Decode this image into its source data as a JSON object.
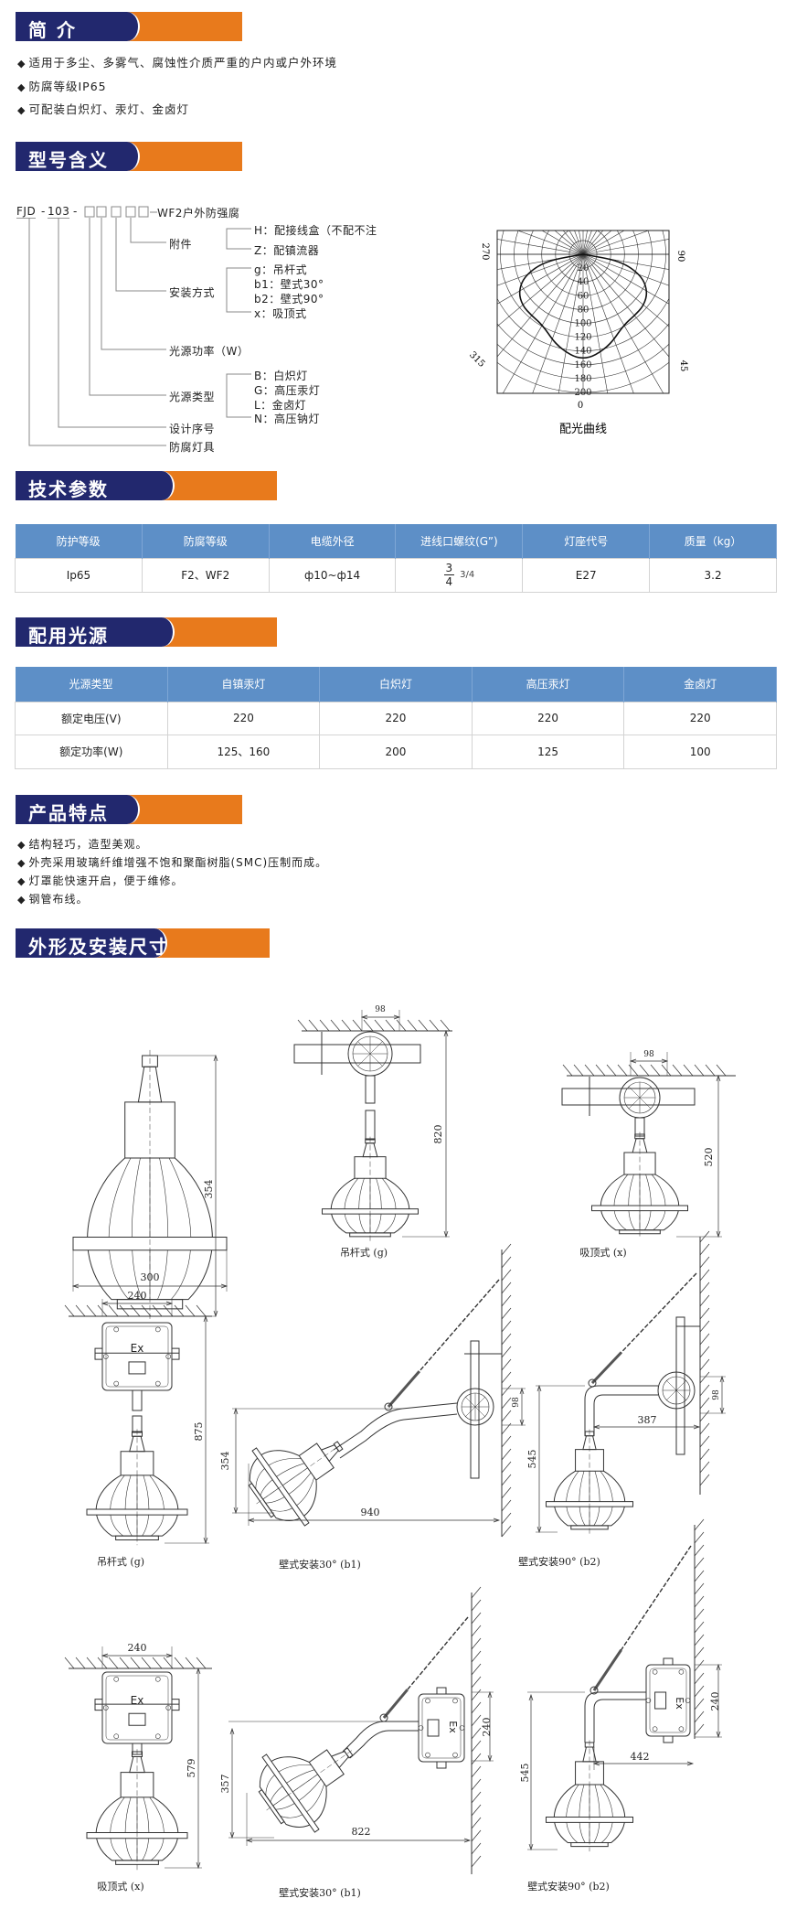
{
  "sections": {
    "intro": "简 介",
    "model": "型号含义",
    "tech": "技术参数",
    "light": "配用光源",
    "features": "产品特点",
    "dims": "外形及安装尺寸"
  },
  "intro_bullets": [
    "适用于多尘、多雾气、腐蚀性介质严重的户内或户外环境",
    "防腐等级IP65",
    "可配装白炽灯、汞灯、金卤灯"
  ],
  "bullet_icon": "◆",
  "model": {
    "prefix_a": "FJD",
    "prefix_b": "103",
    "suffix": "WF2户外防强腐",
    "accessory": "附件",
    "accessory_opts": [
      "H：配接线盒（不配不注",
      "Z：配镇流器"
    ],
    "mount": "安装方式",
    "mount_opts": [
      "g：吊杆式",
      "b1：壁式30°",
      "b2：壁式90°",
      "x：吸顶式"
    ],
    "power": "光源功率（W）",
    "source_type": "光源类型",
    "source_opts": [
      "B：白炽灯",
      "G：高压汞灯",
      "L：金卤灯",
      "N：高压钠灯"
    ],
    "design_no": "设计序号",
    "product": "防腐灯具"
  },
  "chart_data": {
    "type": "polar",
    "title": "配光曲线",
    "radial_ticks": [
      20,
      40,
      60,
      80,
      100,
      120,
      140,
      160,
      180,
      200
    ],
    "radial_range": [
      0,
      200
    ],
    "angle_labels": [
      "0",
      "45",
      "90",
      "270",
      "315"
    ],
    "angles_deg": [
      0,
      15,
      30,
      40,
      50,
      60,
      70,
      80,
      90
    ],
    "intensity": [
      155,
      140,
      118,
      116,
      115,
      108,
      90,
      55,
      0
    ],
    "symmetric": true
  },
  "tech_table": {
    "headers": [
      "防护等级",
      "防腐等级",
      "电缆外径",
      "进线口螺纹(G”)",
      "灯座代号",
      "质量（kg）"
    ],
    "row": [
      "Ip65",
      "F2、WF2",
      "ф10~ф14",
      "3/4",
      "E27",
      "3.2"
    ],
    "thread_num": "3",
    "thread_den": "4"
  },
  "light_table": {
    "headers": [
      "光源类型",
      "自镇汞灯",
      "白炽灯",
      "高压汞灯",
      "金卤灯"
    ],
    "rows": [
      [
        "额定电压(V)",
        "220",
        "220",
        "220",
        "220"
      ],
      [
        "额定功率(W)",
        "125、160",
        "200",
        "125",
        "100"
      ]
    ]
  },
  "features": [
    "结构轻巧，造型美观。",
    "外壳采用玻璃纤维增强不饱和聚酯树脂(SMC)压制而成。",
    "灯罩能快速开启，便于维修。",
    "钢管布线。"
  ],
  "drawings": {
    "ex": "Ex",
    "d1": {
      "w": "300",
      "h": "354"
    },
    "d2": {
      "top": "98",
      "h": "820",
      "caption": "吊杆式 (g)"
    },
    "d3": {
      "top": "98",
      "h": "520",
      "caption": "吸顶式 (x)"
    },
    "d4": {
      "w": "240",
      "h": "875",
      "caption": "吊杆式 (g)"
    },
    "d5": {
      "h": "354",
      "w": "940",
      "box": "98",
      "caption": "壁式安装30° (b1)"
    },
    "d6": {
      "h": "545",
      "w": "387",
      "box": "98",
      "caption": "壁式安装90° (b2)"
    },
    "d7": {
      "w": "240",
      "h": "579",
      "caption": "吸顶式 (x)"
    },
    "d8": {
      "h": "357",
      "w": "822",
      "box": "240",
      "caption": "壁式安装30° (b1)"
    },
    "d9": {
      "h": "545",
      "w": "442",
      "box": "240",
      "caption": "壁式安装90° (b2)"
    }
  },
  "colors": {
    "navy": "#22286e",
    "orange": "#e87a1c",
    "table_head": "#5d8fc7"
  }
}
